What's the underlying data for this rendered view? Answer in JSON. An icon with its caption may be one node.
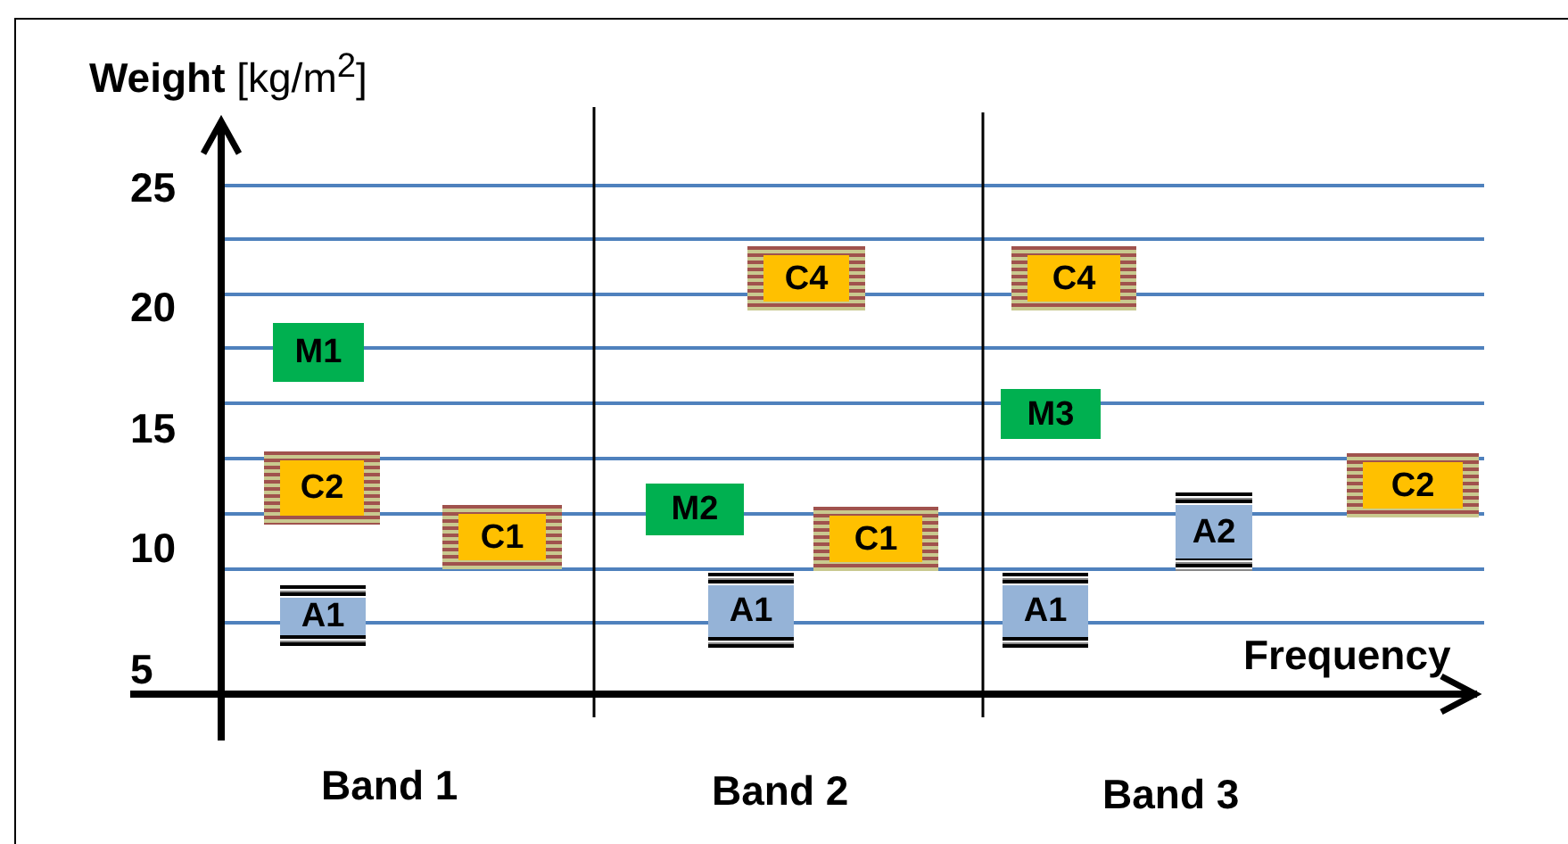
{
  "diagram": {
    "nodes": [
      {
        "text": [
          "M1"
        ]
      },
      {
        "text": [
          "C2"
        ]
      },
      {
        "text": [
          "C1"
        ]
      },
      {
        "text": [
          "A1"
        ]
      },
      {
        "text": [
          "C4"
        ]
      },
      {
        "text": [
          "M2"
        ]
      },
      {
        "text": [
          "C1"
        ]
      },
      {
        "text": [
          "A1"
        ]
      },
      {
        "text": [
          "C4"
        ]
      },
      {
        "text": [
          "M3"
        ]
      },
      {
        "text": [
          "A2"
        ]
      },
      {
        "text": [
          "C2"
        ]
      },
      {
        "text": [
          "A1"
        ]
      }
    ],
    "labels": [
      "**Weight** [kg/m$^{2}$]",
      "25",
      "20",
      "15",
      "10",
      "5",
      "Frequency",
      "Band 1",
      "Band 2",
      "Band 3"
    ]
  }
}
